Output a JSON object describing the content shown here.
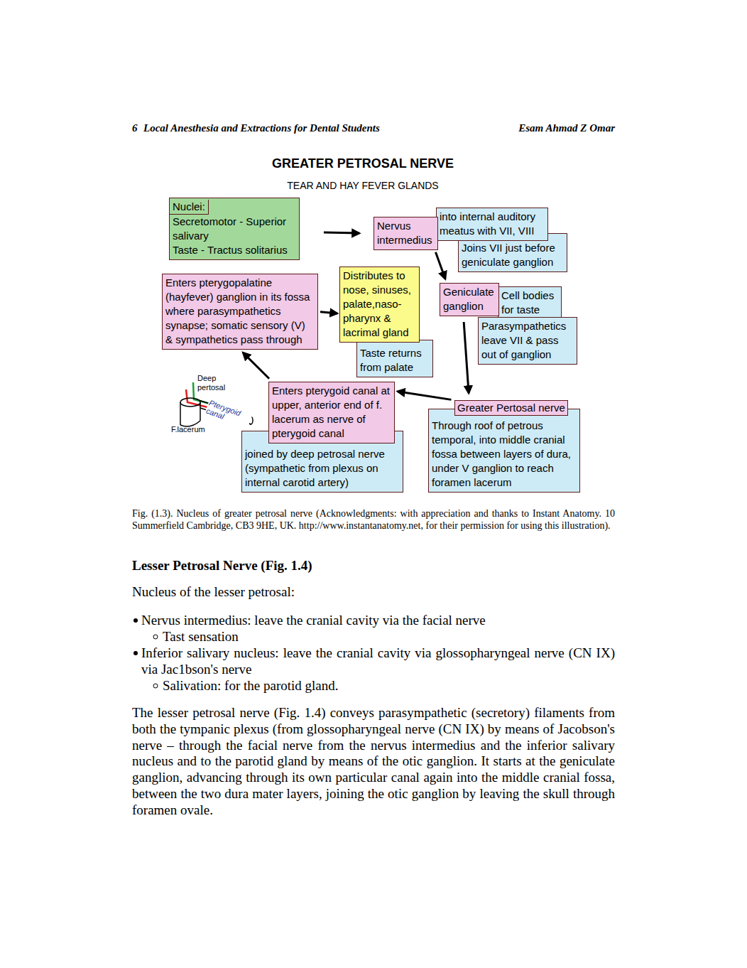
{
  "diagram": {
    "title": "GREATER PETROSAL NERVE",
    "caption": "Fig. (1.3). Nucleus of greater petrosal nerve (Acknowledgments: with appreciation and thanks to Instant Anatomy. 10 Summerfield Cambridge, CB3 9HE, UK. http://www.instantanatomy.net, for their permission for using this illustration).",
    "nodes": [
      {
        "text": [
          "Nuclei:",
          "Secretomotor - Superior salivary",
          "Taste - Tractus solitarius"
        ]
      },
      {
        "text": [
          "Nervus intermedius"
        ]
      },
      {
        "text": [
          "into internal auditory meatus with VII, VIII"
        ]
      },
      {
        "text": [
          "Joins VII just before geniculate ganglion"
        ]
      },
      {
        "text": [
          "Geniculate ganglion"
        ]
      },
      {
        "text": [
          "Cell bodies for taste"
        ]
      },
      {
        "text": [
          "Parasympathetics leave VII & pass out of ganglion"
        ]
      },
      {
        "text": [
          "Greater Pertosal nerve",
          "Through roof of petrous temporal, into middle cranial fossa between layers of dura, under V ganglion to reach foramen lacerum"
        ]
      },
      {
        "text": [
          "Enters pterygoid canal at upper, anterior end of f. lacerum as nerve of pterygoid canal"
        ]
      },
      {
        "text": [
          "joined by deep petrosal nerve (sympathetic from plexus on internal carotid artery)"
        ]
      },
      {
        "text": [
          "Enters pterygopalatine (hayfever) ganglion in its fossa where parasympathetics synapse; somatic sensory (V) & sympathetics pass through"
        ]
      },
      {
        "text": [
          "Distributes to nose, sinuses, palate,naso- pharynx & lacrimal gland"
        ]
      },
      {
        "text": [
          "Taste returns from palate"
        ]
      }
    ],
    "edges": [
      {
        "from": 0,
        "to": 1,
        "arrow": "to"
      },
      {
        "from": 1,
        "to": 4,
        "arrow": "to"
      },
      {
        "from": 4,
        "to": 7,
        "arrow": "to"
      },
      {
        "from": 7,
        "to": 8,
        "arrow": "to"
      },
      {
        "from": 8,
        "to": 10,
        "arrow": "to"
      },
      {
        "from": 10,
        "to": 11,
        "arrow": "to"
      }
    ],
    "labels": [
      "6",
      "Local Anesthesia and Extractions for Dental Students",
      "Esam Ahmad Z Omar",
      "TEAR AND HAY FEVER GLANDS",
      "Deep pertosal",
      "Pterygoid canal",
      "F.lacerum",
      "Lesser Petrosal Nerve (Fig. 1.4)",
      "Nucleus of the lesser petrosal:",
      "Nervus intermedius: leave the cranial cavity via the facial nerve",
      "Tast sensation",
      "Inferior salivary nucleus: leave the cranial cavity via glossopharyngeal nerve (CN IX) via Jac1bson's nerve",
      "Salivation: for the parotid gland.",
      "The lesser petrosal nerve (Fig. 1.4) conveys parasympathetic (secretory) filaments from both the tympanic plexus (from glossopharyngeal nerve (CN IX) by means of Jacobson's nerve – through the facial nerve from the nervus intermedius and the inferior salivary nucleus and to the parotid gland by means of the otic ganglion. It starts at the geniculate ganglion, advancing through its own particular canal again into the middle cranial fossa, between the two dura mater layers, joining the otic ganglion by leaving the skull through foramen ovale."
    ]
  }
}
